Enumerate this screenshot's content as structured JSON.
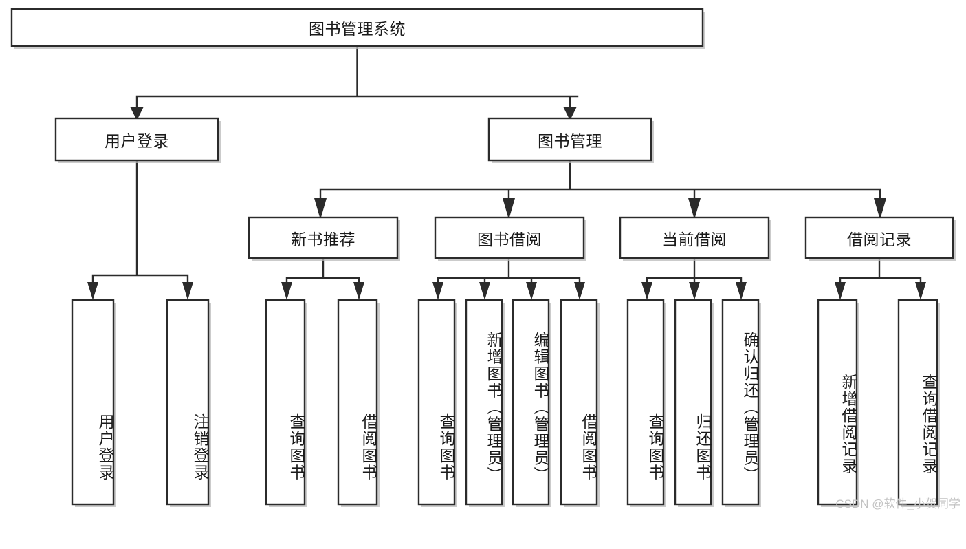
{
  "diagram": {
    "type": "tree-hierarchy-chart",
    "title": "图书管理系统",
    "colors": {
      "box_fill": "#ffffff",
      "box_stroke": "#2b2b2b",
      "text": "#1a1a1a",
      "background": "#ffffff",
      "watermark": "#c2c2c2"
    },
    "levels": [
      {
        "level": 1,
        "nodes": [
          {
            "id": "root",
            "label": "图书管理系统",
            "orientation": "horizontal"
          }
        ]
      },
      {
        "level": 2,
        "nodes": [
          {
            "id": "user-login",
            "label": "用户登录",
            "orientation": "horizontal",
            "parent": "root"
          },
          {
            "id": "book-manage",
            "label": "图书管理",
            "orientation": "horizontal",
            "parent": "root"
          }
        ]
      },
      {
        "level": 3,
        "nodes": [
          {
            "id": "new-book-rec",
            "label": "新书推荐",
            "orientation": "horizontal",
            "parent": "book-manage"
          },
          {
            "id": "book-borrow",
            "label": "图书借阅",
            "orientation": "horizontal",
            "parent": "book-manage"
          },
          {
            "id": "current-borrow",
            "label": "当前借阅",
            "orientation": "horizontal",
            "parent": "book-manage"
          },
          {
            "id": "borrow-record",
            "label": "借阅记录",
            "orientation": "horizontal",
            "parent": "book-manage"
          }
        ]
      },
      {
        "level": 4,
        "nodes": [
          {
            "id": "leaf-user-login",
            "label": "用户登录",
            "orientation": "vertical",
            "parent": "user-login"
          },
          {
            "id": "leaf-logout-login",
            "label": "注销登录",
            "orientation": "vertical",
            "parent": "user-login"
          },
          {
            "id": "leaf-query-book-1",
            "label": "查询图书",
            "orientation": "vertical",
            "parent": "new-book-rec"
          },
          {
            "id": "leaf-borrow-book-1",
            "label": "借阅图书",
            "orientation": "vertical",
            "parent": "new-book-rec"
          },
          {
            "id": "leaf-query-book-2",
            "label": "查询图书",
            "orientation": "vertical",
            "parent": "book-borrow"
          },
          {
            "id": "leaf-add-book",
            "label": "新增图书（管理员）",
            "orientation": "vertical",
            "parent": "book-borrow"
          },
          {
            "id": "leaf-edit-book",
            "label": "编辑图书（管理员）",
            "orientation": "vertical",
            "parent": "book-borrow"
          },
          {
            "id": "leaf-borrow-book-2",
            "label": "借阅图书",
            "orientation": "vertical",
            "parent": "book-borrow"
          },
          {
            "id": "leaf-query-book-3",
            "label": "查询图书",
            "orientation": "vertical",
            "parent": "current-borrow"
          },
          {
            "id": "leaf-return-book",
            "label": "归还图书",
            "orientation": "vertical",
            "parent": "current-borrow"
          },
          {
            "id": "leaf-confirm-return",
            "label": "确认归还（管理员）",
            "orientation": "vertical",
            "parent": "current-borrow"
          },
          {
            "id": "leaf-add-record",
            "label": "新增借阅记录",
            "orientation": "vertical",
            "parent": "borrow-record"
          },
          {
            "id": "leaf-query-record",
            "label": "查询借阅记录",
            "orientation": "vertical",
            "parent": "borrow-record"
          }
        ]
      }
    ],
    "watermark": "CSDN @软件_小贺同学"
  }
}
